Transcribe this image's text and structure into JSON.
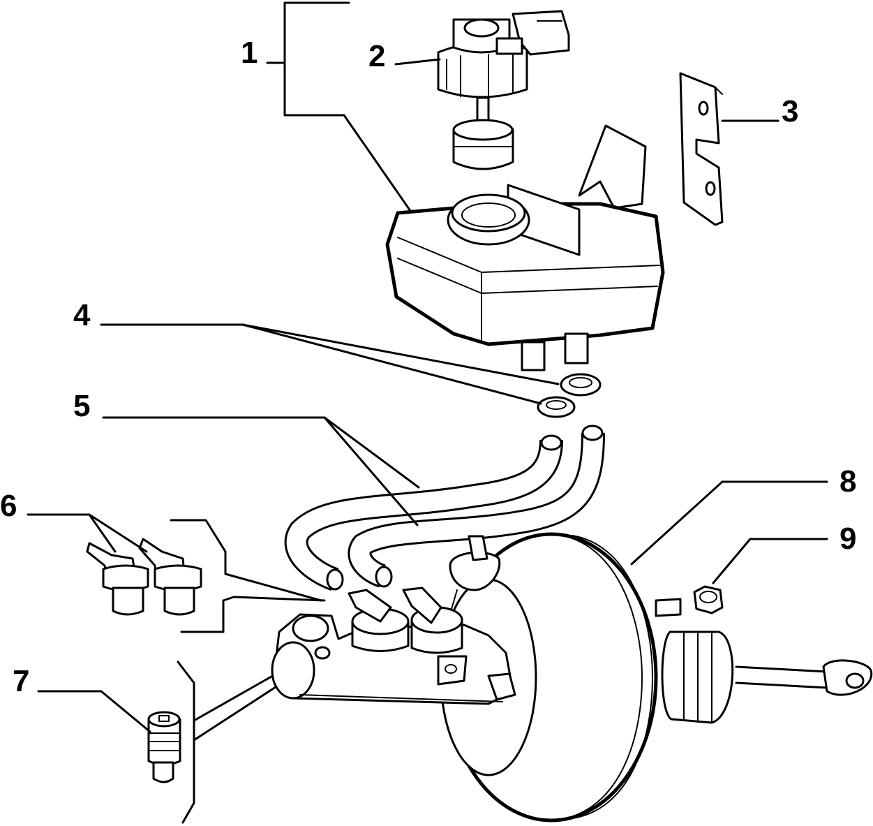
{
  "diagram": {
    "callouts": [
      {
        "id": "1",
        "label": "1"
      },
      {
        "id": "2",
        "label": "2"
      },
      {
        "id": "3",
        "label": "3"
      },
      {
        "id": "4",
        "label": "4"
      },
      {
        "id": "5",
        "label": "5"
      },
      {
        "id": "6",
        "label": "6"
      },
      {
        "id": "7",
        "label": "7"
      },
      {
        "id": "8",
        "label": "8"
      },
      {
        "id": "9",
        "label": "9"
      }
    ],
    "parts": [
      "reservoir-cap-sensor",
      "reservoir-filter",
      "fluid-reservoir",
      "reservoir-bracket",
      "grommets",
      "hoses",
      "elbow-fittings",
      "plug",
      "brake-booster",
      "nut",
      "master-cylinder"
    ]
  }
}
